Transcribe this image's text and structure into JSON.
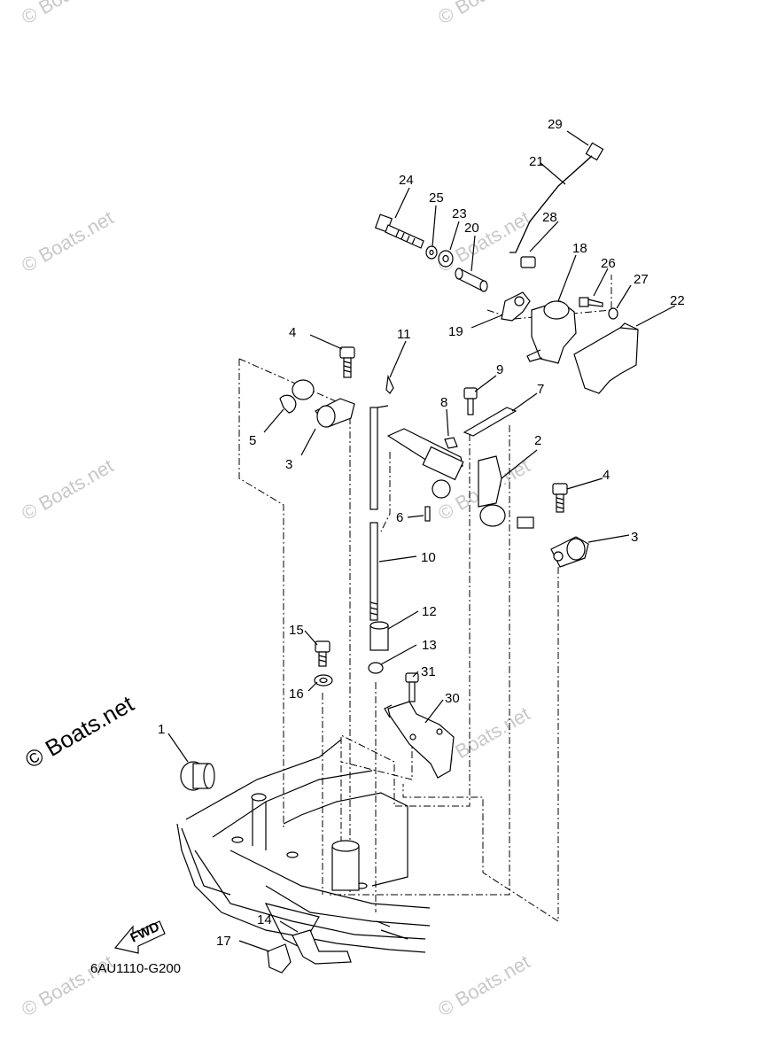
{
  "watermark": "© Boats.net",
  "diagram_code": "6AU1110-G200",
  "fwd_label": "FWD",
  "labels": {
    "p1": "1",
    "p2": "2",
    "p3a": "3",
    "p3b": "3",
    "p4a": "4",
    "p4b": "4",
    "p5": "5",
    "p6": "6",
    "p7": "7",
    "p8": "8",
    "p9": "9",
    "p10": "10",
    "p11": "11",
    "p12": "12",
    "p13": "13",
    "p14": "14",
    "p15": "15",
    "p16": "16",
    "p17": "17",
    "p18": "18",
    "p19": "19",
    "p20": "20",
    "p21": "21",
    "p22": "22",
    "p23": "23",
    "p24": "24",
    "p25": "25",
    "p26": "26",
    "p27": "27",
    "p28": "28",
    "p29": "29",
    "p30": "30",
    "p31": "31"
  }
}
